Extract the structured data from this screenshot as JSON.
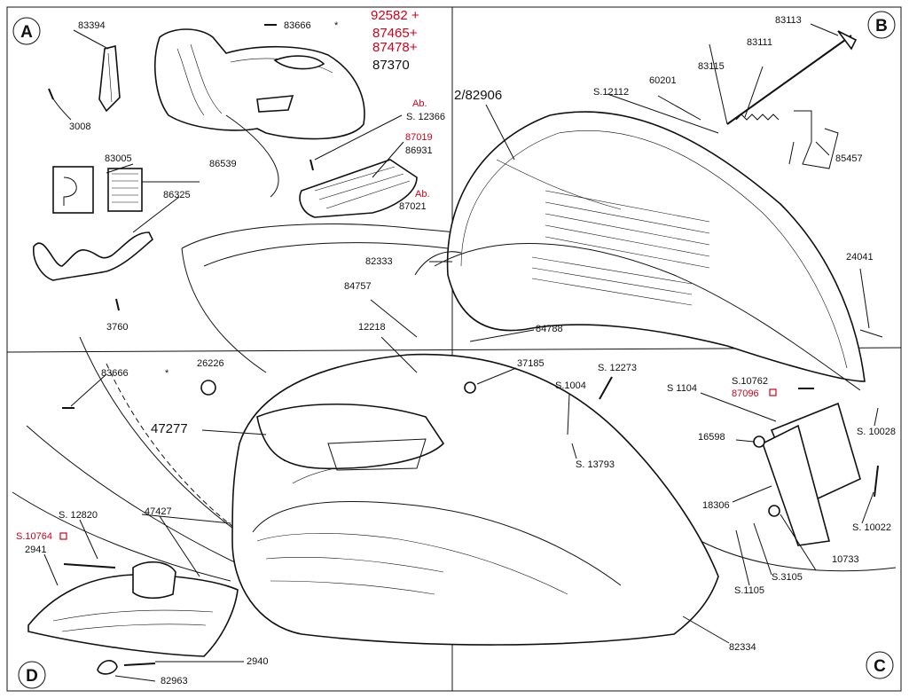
{
  "quadrants": {
    "a": "A",
    "b": "B",
    "c": "C",
    "d": "D"
  },
  "labels": {
    "p83394": "83394",
    "p3008": "3008",
    "p83666a": "83666",
    "p83666a_star": "*",
    "p92582": "92582 +",
    "p87465": "87465+",
    "p87478": "87478+",
    "p87370": "87370",
    "p_ab1": "Ab.",
    "p_s12366": "S. 12366",
    "p87019": "87019",
    "p86931": "86931",
    "p_ab2": "Ab.",
    "p87021": "87021",
    "p83005": "83005",
    "p86539": "86539",
    "p86325": "86325",
    "p3760": "3760",
    "p82906": "2/82906",
    "p83113": "83113",
    "p83111": "83111",
    "p83115": "83115",
    "p60201": "60201",
    "p_s12112": "S.12112",
    "p85457": "85457",
    "p82333": "82333",
    "p84757": "84757",
    "p24041": "24041",
    "p12218": "12218",
    "p84788": "84788",
    "p83666b": "83666",
    "p83666b_star": "*",
    "p26226": "26226",
    "p47277": "47277",
    "p37185": "37185",
    "p_s12273": "S. 12273",
    "p_s1004": "S.1004",
    "p_s10762": "S.10762",
    "p87096": "87096",
    "p_s1104": "S 1104",
    "p_s10028": "S. 10028",
    "p16598": "16598",
    "p_s13793": "S. 13793",
    "p18306": "18306",
    "p_s10022": "S. 10022",
    "p_s3105": "S.3105",
    "p10733": "10733",
    "p_s1105": "S.1105",
    "p82334": "82334",
    "p_s12820": "S. 12820",
    "p47427": "47427",
    "p_s10764": "S.10764",
    "p2941": "2941",
    "p2940": "2940",
    "p82963": "82963"
  },
  "colors": {
    "ink": "#111111",
    "highlight": "#d0021b",
    "paper": "#ffffff"
  }
}
